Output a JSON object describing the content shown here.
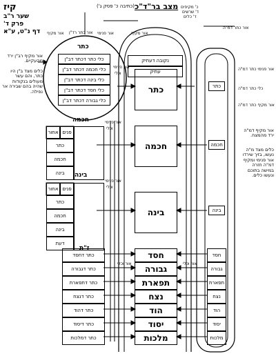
{
  "header": {
    "page_number": "קיז",
    "gate": "שער ר\"ב",
    "chapter": "פרק ד'",
    "folio": "דף נ\"ט, ע\"א",
    "title": "מצב בר\"ד\"כ",
    "title_note": "(כתיבה כ' פסק ג')",
    "corner_lines": [
      "כ' מקיפים",
      "ד' שרשים",
      "ד' כלים"
    ]
  },
  "top_labels": {
    "or_keter_rdn": "אור כתר רד\"ן",
    "or_mekif": "אור מקיף",
    "or_keter_dmn": "אור כתר דמ\"ה",
    "or_pnimi": "אור פנימי"
  },
  "left_notes": {
    "note1": "אור מקיף רב\"ן ירד מהעקיים.",
    "note2": "כלים מצד ב\"ן היו כתר, והם עשר מעולים בנקודות שהיה בהם שבירה אר נפילה."
  },
  "right_notes": {
    "note1": "אור מקיף דמ\"ה ירד מהמצח.",
    "note2": "כלים מצד מ\"ה נעשו, בזיך שירדו אור פנימי ומקיף דמ\"ה חזרה במישה בתוכם ונעשו כלים."
  },
  "keter_block": {
    "heading": "כתר",
    "rows": [
      "כלי כתר דכתר דב\"ן",
      "כלי חכמה דכתר דב\"ן",
      "כלי בינה דכתר דב\"ן",
      "כלי חסד דכתר דב\"ן",
      "כלי גבורה דכתר דב\"ן"
    ],
    "side_labels": [
      "אור פנימי",
      "וכלי"
    ]
  },
  "chochma_block": {
    "heading": "חכמה",
    "head_cells": [
      "פנים",
      "אחור"
    ],
    "rows": [
      "כתר",
      "חכמה",
      "בינה"
    ],
    "side_labels": [
      "אור פנימי",
      "וכלי"
    ]
  },
  "bina_block": {
    "heading": "בינה",
    "head_cells": [
      "פנים",
      "אחור"
    ],
    "rows": [
      "כתר",
      "חכמה",
      "בינה",
      "דעת"
    ],
    "side_labels": [
      "אור פנימי",
      "וכלי"
    ]
  },
  "zat_block": {
    "heading": "ז\"ת",
    "rows": [
      "כתר דחסד",
      "כתר דגבורה",
      "כתר דתפארת",
      "כתר דנצח",
      "כתר דהוד",
      "כתר דיסוד",
      "כתר דמלכות"
    ]
  },
  "center_column": {
    "top_label": "נקובה דעתיק",
    "top_sublabel": "עתיק",
    "sefirot": [
      "כתר",
      "חכמה",
      "בינה",
      "חסד",
      "גבורה",
      "תפארת",
      "נצח",
      "הוד",
      "יסוד",
      "מלכות"
    ],
    "connector_label": "אור וכלי"
  },
  "right_column": {
    "items": [
      "כתר",
      "חכמה",
      "בינה",
      "חסד",
      "גבורה",
      "תפארת",
      "נצח",
      "הוד",
      "יסוד",
      "מלכות"
    ],
    "side_notes": [
      "אור פנימי כתר דמ\"ה",
      "כלי כתר דמ\"ה",
      "אור מקיף כתר דמ\"ה"
    ],
    "connector_label": "אור וכלי"
  }
}
